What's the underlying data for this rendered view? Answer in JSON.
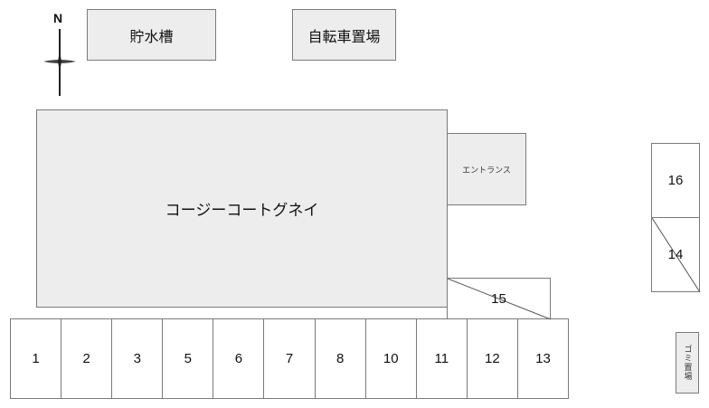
{
  "compass": {
    "label": "N",
    "icon": "north-arrow-icon"
  },
  "facilities": {
    "water_tank": "貯水槽",
    "bicycle_parking": "自転車置場",
    "entrance": "エントランス",
    "garbage": "ゴミ置場"
  },
  "building": {
    "name": "コージーコートグネイ"
  },
  "parking": {
    "row": [
      "1",
      "2",
      "3",
      "5",
      "6",
      "7",
      "8",
      "10",
      "11",
      "12",
      "13"
    ],
    "spot_15": "15",
    "spot_16": "16",
    "spot_14": "14"
  },
  "colors": {
    "fill_gray": "#ededed",
    "border": "#7a7a7a"
  }
}
